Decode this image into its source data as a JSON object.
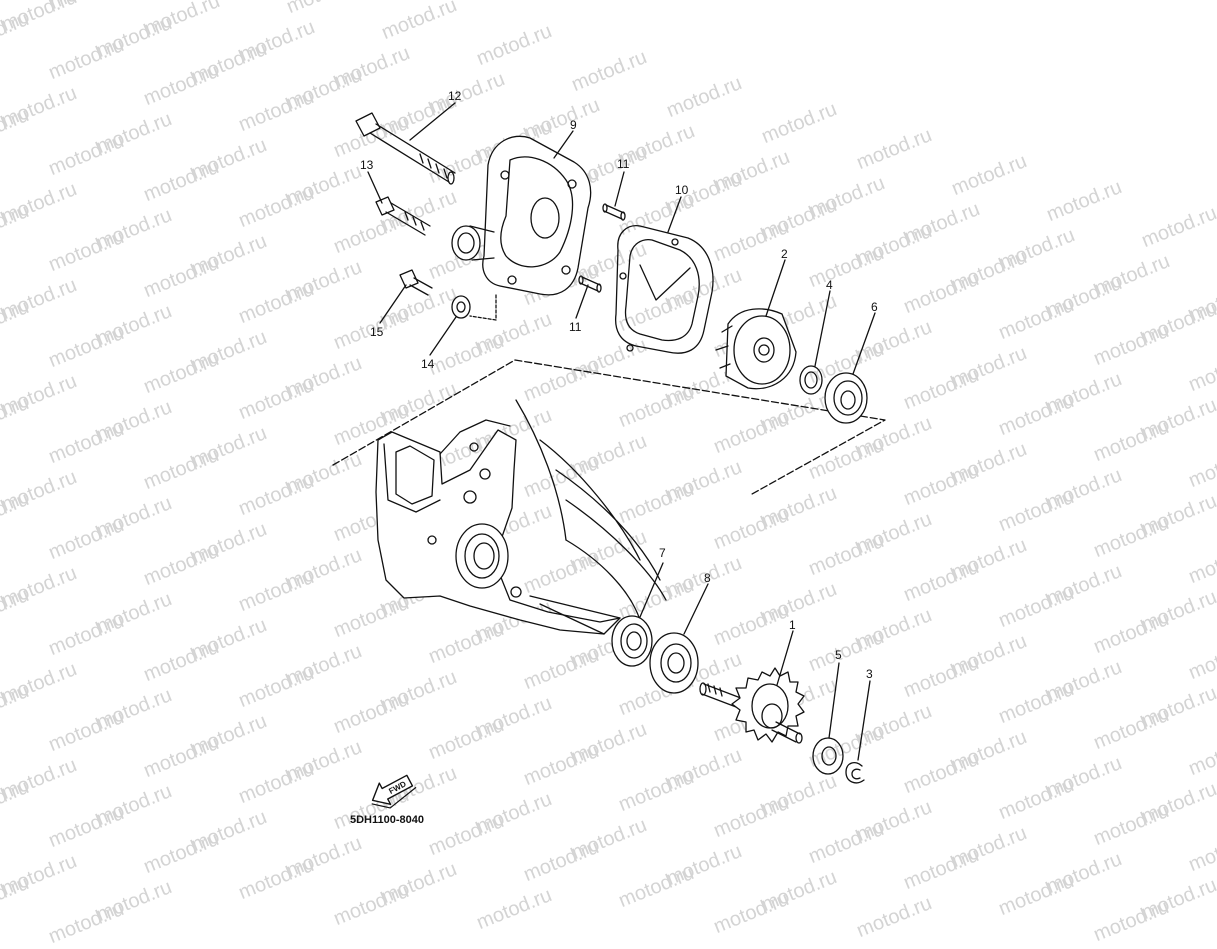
{
  "watermark": "motod.ru",
  "diagram_code": "5DH1100-8040",
  "fwd_label": "FWD",
  "callouts": [
    {
      "id": "c12",
      "text": "12"
    },
    {
      "id": "c9",
      "text": "9"
    },
    {
      "id": "c13",
      "text": "13"
    },
    {
      "id": "c11a",
      "text": "11"
    },
    {
      "id": "c10",
      "text": "10"
    },
    {
      "id": "c15",
      "text": "15"
    },
    {
      "id": "c14",
      "text": "14"
    },
    {
      "id": "c11b",
      "text": "11"
    },
    {
      "id": "c2",
      "text": "2"
    },
    {
      "id": "c4",
      "text": "4"
    },
    {
      "id": "c6",
      "text": "6"
    },
    {
      "id": "c7",
      "text": "7"
    },
    {
      "id": "c8",
      "text": "8"
    },
    {
      "id": "c1",
      "text": "1"
    },
    {
      "id": "c5",
      "text": "5"
    },
    {
      "id": "c3",
      "text": "3"
    }
  ]
}
